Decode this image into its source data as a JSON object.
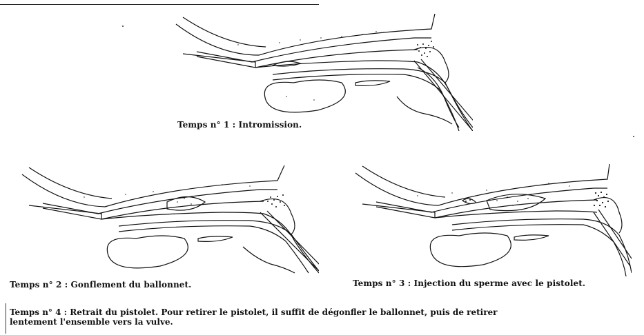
{
  "figures": [
    {
      "id": "fig1",
      "caption": "Temps n° 1 : Intromission."
    },
    {
      "id": "fig2",
      "caption": "Temps n° 2 : Gonflement du ballonnet."
    },
    {
      "id": "fig3",
      "caption": "Temps n° 3 : Injection du sperme avec le pistolet."
    }
  ],
  "note": {
    "line1": "Temps n° 4 : Retrait du pistolet. Pour retirer le pistolet, il suffit de dégonfler le ballonnet, puis de retirer",
    "line2": "lentement l'ensemble vers la vulve."
  }
}
